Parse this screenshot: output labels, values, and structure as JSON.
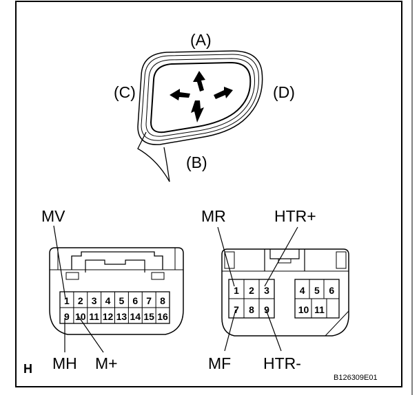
{
  "mirror": {
    "labels": {
      "a": "(A)",
      "b": "(B)",
      "c": "(C)",
      "d": "(D)"
    }
  },
  "connector_left": {
    "pins_top": [
      "1",
      "2",
      "3",
      "4",
      "5",
      "6",
      "7",
      "8"
    ],
    "pins_bottom": [
      "9",
      "10",
      "11",
      "12",
      "13",
      "14",
      "15",
      "16"
    ],
    "callouts": {
      "mv": "MV",
      "mh": "MH",
      "mplus": "M+"
    }
  },
  "connector_right": {
    "left_block_top": [
      "1",
      "2",
      "3"
    ],
    "left_block_bottom": [
      "7",
      "8",
      "9"
    ],
    "right_block_top": [
      "4",
      "5",
      "6"
    ],
    "right_block_bottom": [
      "10",
      "11"
    ],
    "callouts": {
      "mr": "MR",
      "htr_plus": "HTR+",
      "mf": "MF",
      "htr_minus": "HTR-"
    }
  },
  "corner_letter": "H",
  "figure_code": "B126309E01"
}
